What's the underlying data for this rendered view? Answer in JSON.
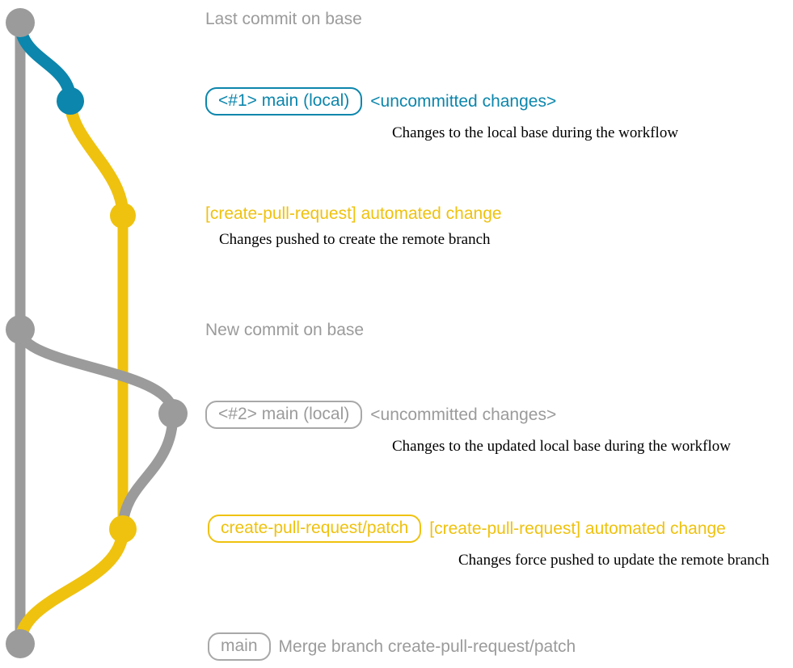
{
  "diagram": {
    "title": "git-graph",
    "colors": {
      "base": "#9b9b9b",
      "local": "#0c86ac",
      "patch": "#efc20f",
      "note": "#000000",
      "background": "#ffffff"
    }
  },
  "commits": [
    {
      "id": "commit-last-base",
      "node_color": "#9b9b9b",
      "badge": null,
      "subject": "Last commit on base",
      "subject_color": "#9b9b9b",
      "note": null
    },
    {
      "id": "commit-local-1",
      "node_color": "#0c86ac",
      "badge": "<#1> main (local)",
      "subject": "<uncommitted changes>",
      "subject_color": "#0c86ac",
      "note": "Changes to the local base during the workflow"
    },
    {
      "id": "commit-automated-1",
      "node_color": "#efc20f",
      "badge": null,
      "subject": "[create-pull-request] automated change",
      "subject_color": "#efc20f",
      "note": "Changes pushed to create the remote branch"
    },
    {
      "id": "commit-new-base",
      "node_color": "#9b9b9b",
      "badge": null,
      "subject": "New commit on base",
      "subject_color": "#9b9b9b",
      "note": null
    },
    {
      "id": "commit-local-2",
      "node_color": "#9b9b9b",
      "badge": "<#2> main (local)",
      "subject": "<uncommitted changes>",
      "subject_color": "#9b9b9b",
      "note": "Changes to the updated local base during the workflow"
    },
    {
      "id": "commit-automated-2",
      "node_color": "#efc20f",
      "badge": "create-pull-request/patch",
      "subject": "[create-pull-request] automated change",
      "subject_color": "#efc20f",
      "note": "Changes force pushed to update the remote branch"
    },
    {
      "id": "commit-merge",
      "node_color": "#9b9b9b",
      "badge": "main",
      "subject": "Merge branch create-pull-request/patch",
      "subject_color": "#9b9b9b",
      "note": null
    }
  ]
}
